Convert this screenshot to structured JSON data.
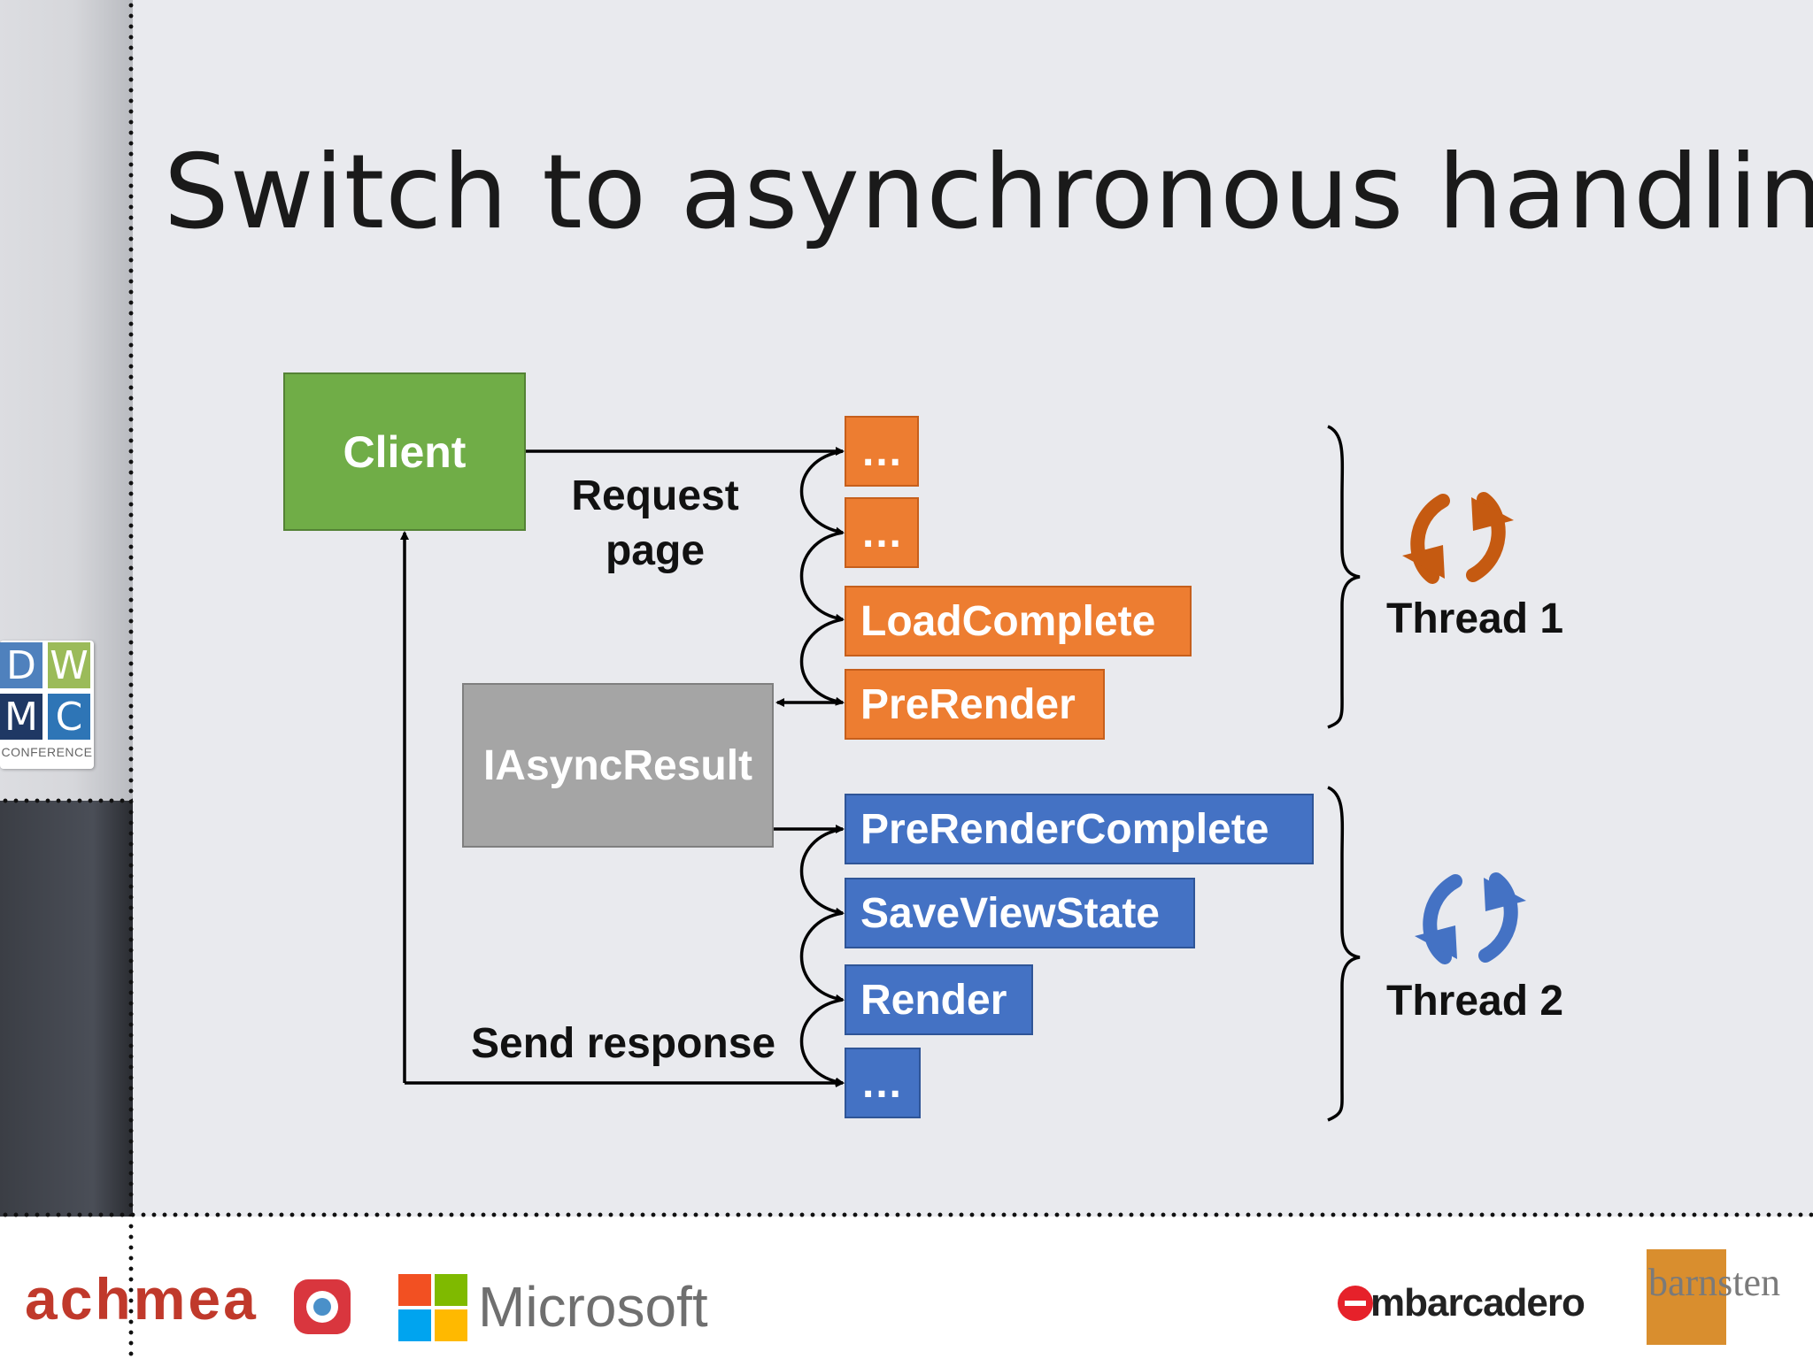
{
  "title": "Switch to asynchronous handling",
  "diagram": {
    "client": "Client",
    "iasync": "IAsyncResult",
    "request_label": "Request\npage",
    "send_label": "Send response",
    "thread1_boxes": [
      "…",
      "…",
      "LoadComplete",
      "PreRender"
    ],
    "thread2_boxes": [
      "PreRenderComplete",
      "SaveViewState",
      "Render",
      "…"
    ],
    "thread1_label": "Thread 1",
    "thread2_label": "Thread 2",
    "colors": {
      "client": "#70ad47",
      "thread1": "#ed7d31",
      "thread2": "#4472c4",
      "iasync": "#a5a5a5",
      "cycle1": "#c55a11",
      "cycle2": "#4472c4"
    }
  },
  "badge": {
    "cells": [
      "D",
      "W",
      "M",
      "C"
    ],
    "caption": "CONFERENCE"
  },
  "footer": {
    "achmea": "achmea",
    "microsoft": "Microsoft",
    "embarcadero": "mbarcadero",
    "barnsten": "barnsten"
  }
}
